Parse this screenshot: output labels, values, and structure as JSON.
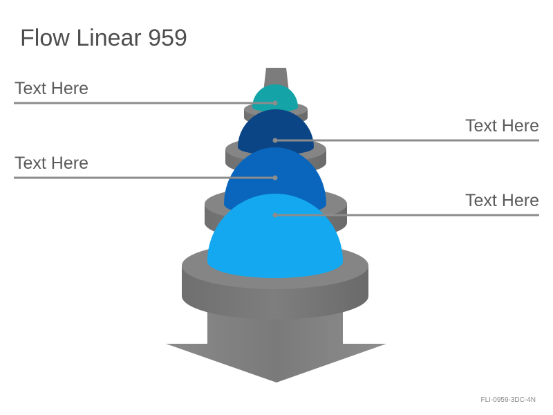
{
  "title": "Flow Linear 959",
  "labels": [
    "Text Here",
    "Text Here",
    "Text Here",
    "Text Here"
  ],
  "footer_code": "FLI-0959-3DC-4N",
  "colors": {
    "stage1": "#14a3a6",
    "stage2": "#0b4585",
    "stage3": "#0a66bd",
    "stage4": "#13a8ef",
    "disc": "#7b7b7b",
    "arrow": "#8a8a8a",
    "leader": "#8c8c8c"
  }
}
